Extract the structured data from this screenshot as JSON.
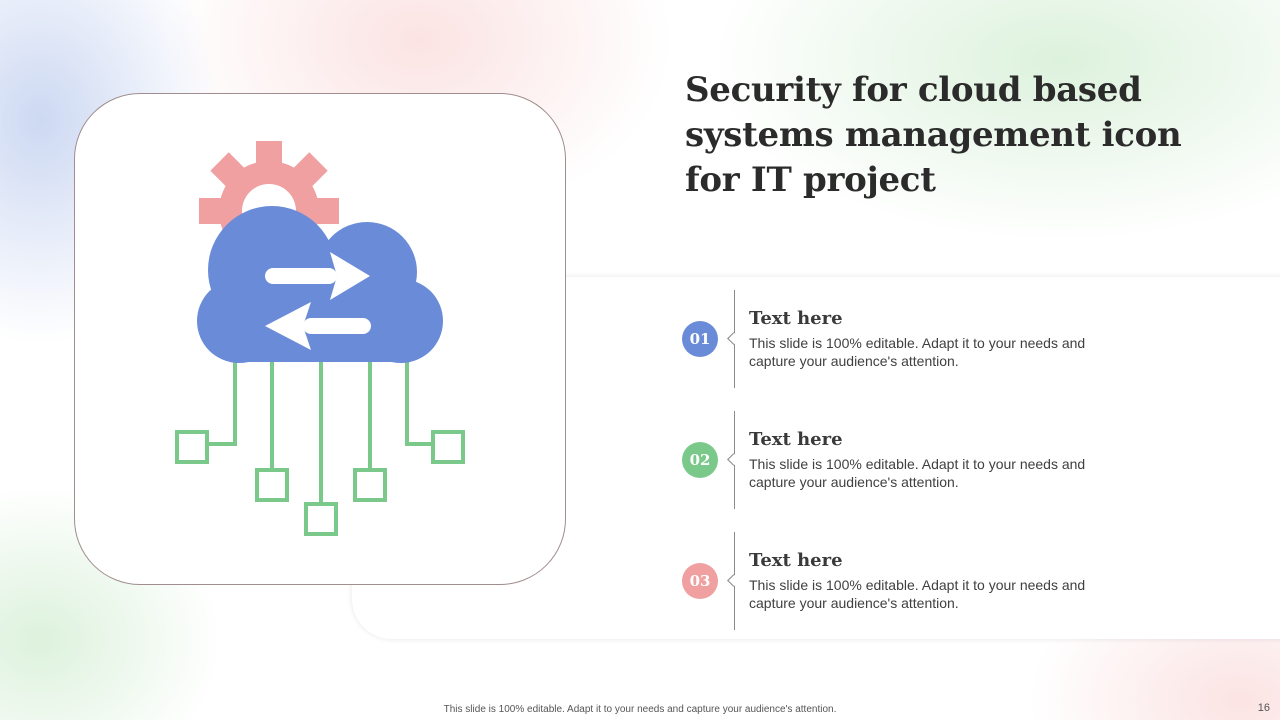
{
  "slide": {
    "title": "Security for cloud based systems management icon for IT project",
    "items": [
      {
        "number": "01",
        "heading": "Text here",
        "description": "This slide is 100% editable. Adapt it to your needs and capture your audience's attention.",
        "color": "#6a8cd8"
      },
      {
        "number": "02",
        "heading": "Text here",
        "description": "This slide is 100% editable. Adapt it to your needs and capture your audience's attention.",
        "color": "#7bc98a"
      },
      {
        "number": "03",
        "heading": "Text here",
        "description": "This slide is 100% editable. Adapt it to your needs and capture your audience's attention.",
        "color": "#f0a0a0"
      }
    ],
    "footer": "This slide is 100% editable. Adapt it to your needs and capture your audience's attention.",
    "page_number": "16"
  },
  "icon": {
    "name": "cloud-network-gear-icon",
    "colors": {
      "gear": "#f0a0a0",
      "cloud": "#6a8cd8",
      "network": "#7bc98a",
      "arrows": "#ffffff"
    }
  }
}
